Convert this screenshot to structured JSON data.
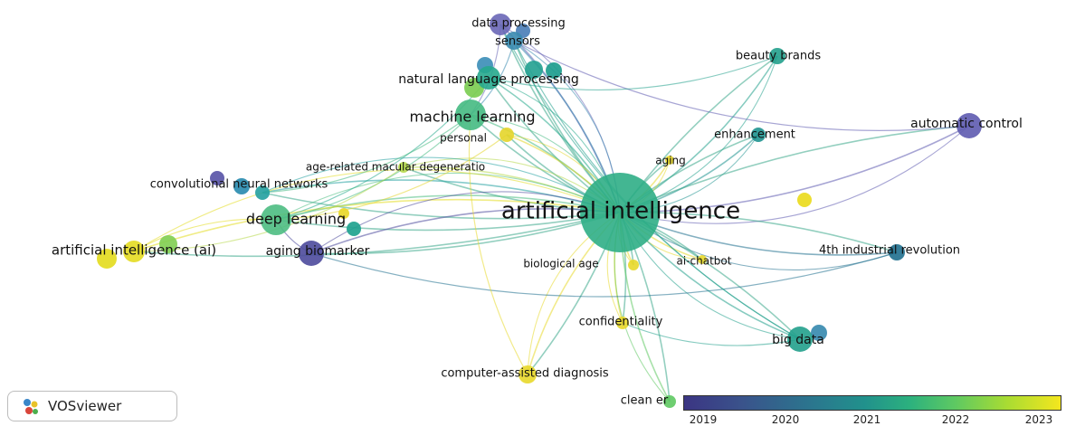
{
  "network": {
    "nodes": [
      {
        "id": "artificial_intelligence",
        "label": "artificial intelligence",
        "color": "#2fae86",
        "size": "xl"
      },
      {
        "id": "data_processing",
        "label": "data processing",
        "color": "#6a67b7",
        "size": "m"
      },
      {
        "id": "sensors",
        "label": "sensors",
        "color": "#3a8bb0",
        "size": "m"
      },
      {
        "id": "natural_language_processing",
        "label": "natural language processing",
        "color": "#26a98d",
        "size": "m"
      },
      {
        "id": "machine_learning",
        "label": "machine learning",
        "color": "#45ba82",
        "size": "l"
      },
      {
        "id": "personal",
        "label": "personal",
        "color": "#e4d52a",
        "size": "s"
      },
      {
        "id": "age_related_macular",
        "label": "age-related macular degeneratio",
        "color": "#b6d94b",
        "size": "s"
      },
      {
        "id": "convolutional_neural_networks",
        "label": "convolutional neural networks",
        "color": "#22a0a0",
        "size": "s"
      },
      {
        "id": "deep_learning",
        "label": "deep learning",
        "color": "#4cbd82",
        "size": "l"
      },
      {
        "id": "artificial_intelligence_ai",
        "label": "artificial intelligence (ai)",
        "color": "#e4dc21",
        "size": "m"
      },
      {
        "id": "aging_biomarker",
        "label": "aging biomarker",
        "color": "#4c4a9c",
        "size": "m"
      },
      {
        "id": "beauty_brands",
        "label": "beauty brands",
        "color": "#22a08c",
        "size": "s"
      },
      {
        "id": "enhancement",
        "label": "enhancement",
        "color": "#1f9490",
        "size": "s"
      },
      {
        "id": "automatic_control",
        "label": "automatic control",
        "color": "#5e5bb0",
        "size": "m"
      },
      {
        "id": "aging",
        "label": "aging",
        "color": "#e8d82a",
        "size": "s"
      },
      {
        "id": "fourth_industrial_revolution",
        "label": "4th industrial revolution",
        "color": "#1f6f8e",
        "size": "s"
      },
      {
        "id": "biological_age",
        "label": "biological age",
        "color": "#e8d82a",
        "size": "s"
      },
      {
        "id": "ai_chatbot",
        "label": "ai-chatbot",
        "color": "#e8d82a",
        "size": "s"
      },
      {
        "id": "confidentiality",
        "label": "confidentiality",
        "color": "#e8d82a",
        "size": "s"
      },
      {
        "id": "big_data",
        "label": "big data",
        "color": "#22a08c",
        "size": "m"
      },
      {
        "id": "computer_assisted_diagnosis",
        "label": "computer-assisted diagnosis",
        "color": "#e8d82a",
        "size": "s"
      },
      {
        "id": "clean_energy",
        "label": "clean er",
        "color": "#5ec962",
        "size": "s"
      }
    ]
  },
  "legend": {
    "colors": [
      "#3b3583",
      "#2a788e",
      "#21918c",
      "#5ec962",
      "#f4e61e"
    ],
    "ticks": [
      "2019",
      "2020",
      "2021",
      "2022",
      "2023"
    ]
  },
  "branding": {
    "app_name": "VOSviewer",
    "icon": "vosviewer-logo-icon"
  }
}
